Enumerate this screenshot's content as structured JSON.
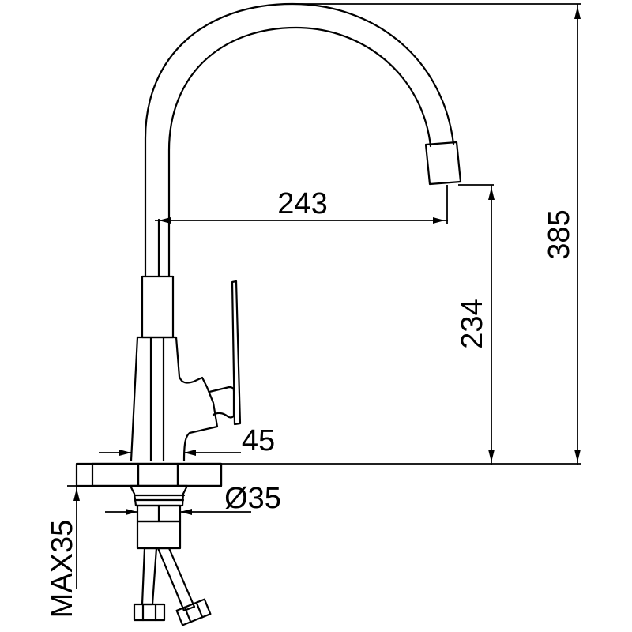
{
  "drawing": {
    "subject": "Kitchen faucet technical drawing (side elevation)",
    "line_color": "#000000",
    "background": "#ffffff"
  },
  "dimensions": {
    "spout_reach": {
      "label": "243",
      "orientation": "horizontal"
    },
    "spout_height": {
      "label": "234",
      "orientation": "vertical"
    },
    "overall_height": {
      "label": "385",
      "orientation": "vertical"
    },
    "base_width": {
      "label": "45",
      "orientation": "horizontal"
    },
    "mount_hole_diameter": {
      "label": "Ø35",
      "orientation": "horizontal"
    },
    "max_counter_thickness": {
      "label": "MAX35",
      "orientation": "vertical"
    }
  },
  "components": [
    {
      "name": "swan-neck spout"
    },
    {
      "name": "aerator"
    },
    {
      "name": "faucet body"
    },
    {
      "name": "single lever handle"
    },
    {
      "name": "countertop (section)"
    },
    {
      "name": "mounting shank"
    },
    {
      "name": "braided supply hoses"
    },
    {
      "name": "hose nuts"
    }
  ]
}
